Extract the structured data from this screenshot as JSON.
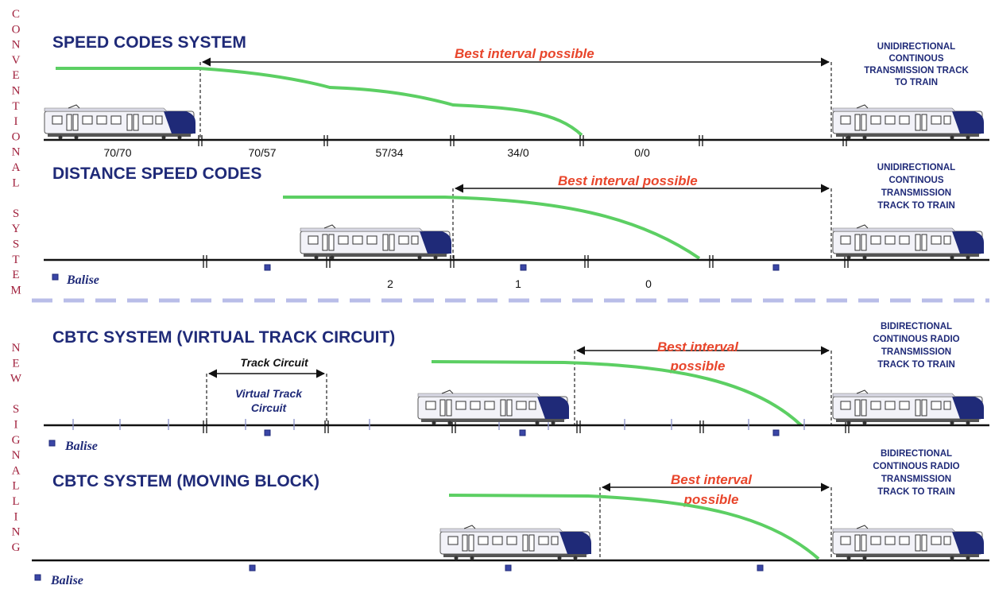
{
  "left_labels": {
    "conventional": [
      "C",
      "O",
      "N",
      "V",
      "E",
      "N",
      "T",
      "I",
      "O",
      "N",
      "A",
      "L",
      "",
      "S",
      "Y",
      "S",
      "T",
      "E",
      "M"
    ],
    "new": [
      "N",
      "E",
      "W",
      "",
      "S",
      "I",
      "G",
      "N",
      "A",
      "L",
      "L",
      "I",
      "N",
      "G"
    ]
  },
  "sections": [
    {
      "title": "SPEED CODES SYSTEM",
      "best_interval": "Best interval possible",
      "side_note": [
        "UNIDIRECTIONAL",
        "CONTINOUS",
        "TRANSMISSION TRACK",
        "TO TRAIN"
      ],
      "codes": [
        "70/70",
        "70/57",
        "57/34",
        "34/0",
        "0/0"
      ]
    },
    {
      "title": "DISTANCE SPEED CODES",
      "best_interval": "Best interval possible",
      "side_note": [
        "UNIDIRECTIONAL",
        "CONTINOUS",
        "TRANSMISSION",
        "TRACK TO TRAIN"
      ],
      "codes": [
        "2",
        "1",
        "0"
      ],
      "balise_label": "Balise"
    },
    {
      "title": "CBTC SYSTEM (VIRTUAL TRACK CIRCUIT)",
      "best_interval": [
        "Best interval",
        "possible"
      ],
      "side_note": [
        "BIDIRECTIONAL",
        "CONTINOUS RADIO",
        "TRANSMISSION",
        "TRACK TO TRAIN"
      ],
      "track_circuit": "Track Circuit",
      "virtual_track_circuit": [
        "Virtual Track",
        "Circuit"
      ],
      "balise_label": "Balise"
    },
    {
      "title": "CBTC SYSTEM (MOVING BLOCK)",
      "best_interval": [
        "Best interval",
        "possible"
      ],
      "side_note": [
        "BIDIRECTIONAL",
        "CONTINOUS RADIO",
        "TRANSMISSION",
        "TRACK TO TRAIN"
      ],
      "balise_label": "Balise"
    }
  ],
  "colors": {
    "title": "#1f2a78",
    "best_interval": "#e8452b",
    "braking_curve": "#5ccf63",
    "separator": "#b9bde8",
    "left_label": "#a0203c",
    "train_body": "#f2f2f8",
    "train_cab": "#1f2a78"
  }
}
